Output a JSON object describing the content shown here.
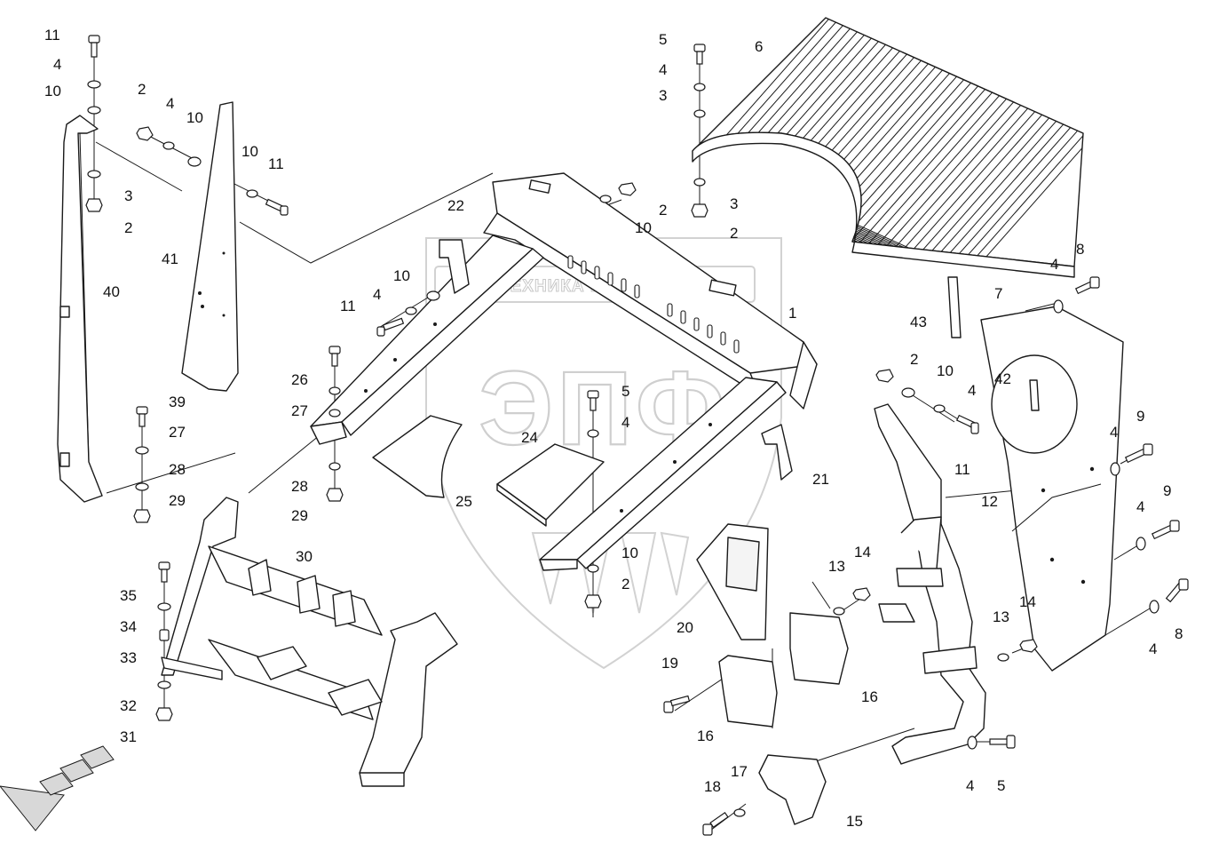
{
  "watermark": {
    "brand_line": "ТЕХНИКА И ЗАПЧАСТИ",
    "logo": "ЭПФ"
  },
  "callouts": {
    "c11_tl": "11",
    "c4_tl": "4",
    "c10_tl": "10",
    "c3_tl": "3",
    "c2_tl": "2",
    "c2_a": "2",
    "c4_a": "4",
    "c10_a": "10",
    "c10_b": "10",
    "c11_b": "11",
    "c41": "41",
    "c40": "40",
    "c39": "39",
    "c27_l": "27",
    "c28_l": "28",
    "c29_l": "29",
    "c22": "22",
    "c10_c": "10",
    "c4_c": "4",
    "c11_c": "11",
    "c26": "26",
    "c27": "27",
    "c28": "28",
    "c29": "29",
    "c5_m": "5",
    "c4_m": "4",
    "c24": "24",
    "c25": "25",
    "c21": "21",
    "c10_m": "10",
    "c2_m": "2",
    "c30": "30",
    "c35": "35",
    "c34": "34",
    "c33": "33",
    "c32": "32",
    "c31": "31",
    "c5_t": "5",
    "c4_t": "4",
    "c3_t": "3",
    "c6": "6",
    "c3_t2": "3",
    "c2_t2": "2",
    "c2_t": "2",
    "c10_t": "10",
    "c1": "1",
    "c43": "43",
    "c7": "7",
    "c4_r": "4",
    "c8_r": "8",
    "c42": "42",
    "c2_r": "2",
    "c10_r": "10",
    "c4_r2": "4",
    "c11_r": "11",
    "c4_r3": "4",
    "c9_r": "9",
    "c12": "12",
    "c4_r4": "4",
    "c9_r2": "9",
    "c4_r5": "4",
    "c8_r2": "8",
    "c20": "20",
    "c13": "13",
    "c14": "14",
    "c13_b": "13",
    "c14_b": "14",
    "c19": "19",
    "c16": "16",
    "c16_b": "16",
    "c4_b": "4",
    "c5_b": "5",
    "c18": "18",
    "c17": "17",
    "c15": "15"
  },
  "icons": {
    "direction_arrow": "front-direction-arrow-icon"
  }
}
